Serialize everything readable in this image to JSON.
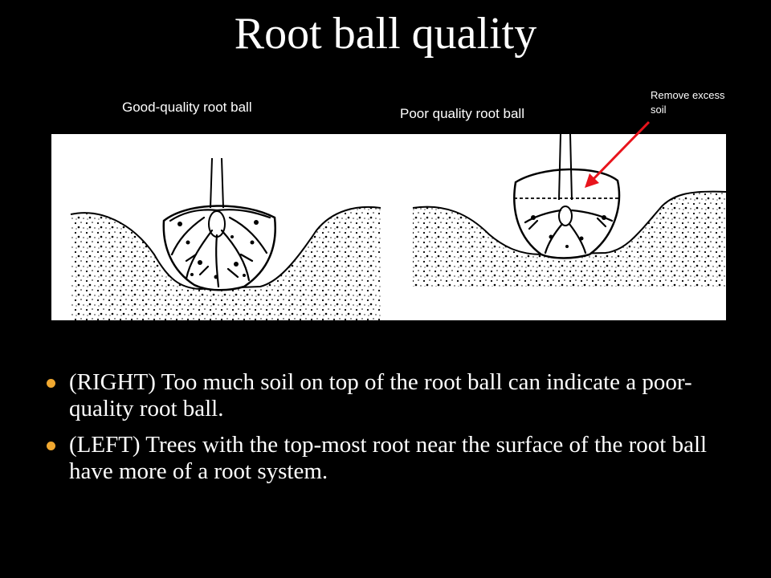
{
  "title": "Root ball quality",
  "diagram": {
    "label_good": "Good-quality root ball",
    "label_poor": "Poor quality root ball",
    "callout": "Remove excess soil",
    "arrow_color": "#e8141c"
  },
  "bullets": [
    {
      "text": "(RIGHT) Too much soil on top of the root ball can indicate a poor-quality root ball."
    },
    {
      "text": "(LEFT) Trees with the top-most root near the surface of the root ball have more of a root system."
    }
  ],
  "colors": {
    "background": "#000000",
    "bullet": "#f0a830",
    "text": "#ffffff"
  }
}
